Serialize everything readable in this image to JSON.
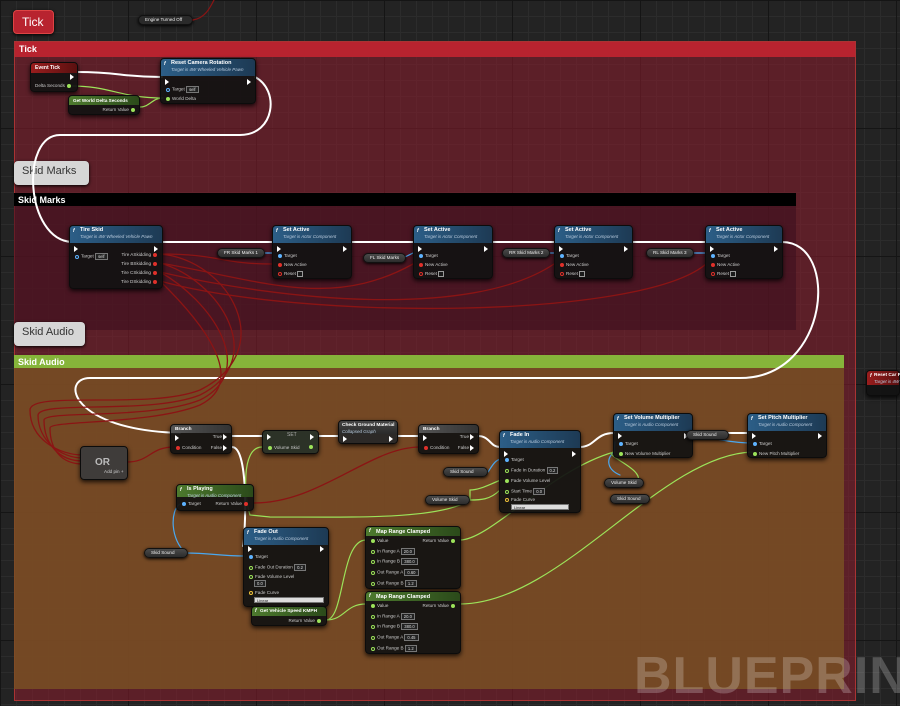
{
  "tick_button": "Tick",
  "engine_node": "Engine Turned Off",
  "comments": {
    "tick": "Tick",
    "skid_marks_bubble": "Skid Marks",
    "skid_marks": "Skid Marks",
    "skid_audio_bubble": "Skid Audio",
    "skid_audio": "Skid Audio"
  },
  "colors": {
    "tick": "#7a1c28",
    "skid_marks": "#3a1220",
    "skid_audio": "#6e4a24",
    "audio_bar": "#8ab83a",
    "exec_wire": "#ffffff",
    "bool_wire": "#8b1414",
    "float_wire": "#9ce35a",
    "object_wire": "#4aa8f0"
  },
  "nodes": {
    "event_tick": {
      "title": "Event Tick",
      "pin_out": "Delta Seconds"
    },
    "get_world_delta": {
      "title": "Get World Delta Seconds",
      "pin_out": "Return Value"
    },
    "reset_camera": {
      "title": "Reset Camera Rotation",
      "subtitle": "Target is 4W Wheeled Vehicle Pawn",
      "pin_target": "Target",
      "target_val": "self",
      "pin_world_delta": "World Delta"
    },
    "tire_skid": {
      "title": "Tire Skid",
      "subtitle": "Target is 4W Wheeled Vehicle Pawn",
      "pin_target": "Target",
      "target_val": "self",
      "outs": [
        "Tire ASkidding",
        "Tire BSkidding",
        "Tire CSkidding",
        "Tire DSkidding"
      ]
    },
    "set_active": [
      {
        "title": "Set Active",
        "subtitle": "Target is Actor Component",
        "target": "Target",
        "new_active": "New Active",
        "reset": "Reset",
        "var": "FR Skid Marks 1"
      },
      {
        "title": "Set Active",
        "subtitle": "Target is Actor Component",
        "target": "Target",
        "new_active": "New Active",
        "reset": "Reset",
        "var": "FL Skid Marks"
      },
      {
        "title": "Set Active",
        "subtitle": "Target is Actor Component",
        "target": "Target",
        "new_active": "New Active",
        "reset": "Reset",
        "var": "RR Skid Marks 2"
      },
      {
        "title": "Set Active",
        "subtitle": "Target is Actor Component",
        "target": "Target",
        "new_active": "New Active",
        "reset": "Reset",
        "var": "RL Skid Marks 3"
      }
    ],
    "or": {
      "title": "OR",
      "add_pin": "Add pin"
    },
    "branch1": {
      "title": "Branch",
      "true": "True",
      "false": "False",
      "condition": "Condition"
    },
    "set_var": {
      "title": "SET",
      "pin": "Volume Skid"
    },
    "check_ground": {
      "title": "Check Ground Material",
      "subtitle": "Collapsed Graph"
    },
    "branch2": {
      "title": "Branch",
      "true": "True",
      "false": "False",
      "condition": "Condition"
    },
    "fade_in": {
      "title": "Fade In",
      "subtitle": "Target is Audio Component",
      "target": "Target",
      "fade_in_duration": "Fade In Duration",
      "fade_in_val": "0.2",
      "fade_volume": "Fade Volume Level",
      "start_time": "Start Time",
      "start_val": "0.0",
      "fade_curve": "Fade Curve",
      "curve_val": "Linear"
    },
    "is_playing": {
      "title": "Is Playing",
      "subtitle": "Target is Audio Component",
      "target": "Target",
      "ret": "Return Value"
    },
    "fade_out": {
      "title": "Fade Out",
      "subtitle": "Target is Audio Component",
      "target": "Target",
      "fade_out_duration": "Fade Out Duration",
      "fade_out_val": "0.2",
      "fade_volume": "Fade Volume Level",
      "fade_volume_val": "0.0",
      "fade_curve": "Fade Curve",
      "curve_val": "Linear"
    },
    "map_range_1": {
      "title": "Map Range Clamped",
      "value": "Value",
      "ret": "Return Value",
      "in_a": "In Range A",
      "in_a_val": "20.0",
      "in_b": "In Range B",
      "in_b_val": "380.0",
      "out_a": "Out Range A",
      "out_a_val": "0.60",
      "out_b": "Out Range B",
      "out_b_val": "1.2"
    },
    "map_range_2": {
      "title": "Map Range Clamped",
      "value": "Value",
      "ret": "Return Value",
      "in_a": "In Range A",
      "in_a_val": "20.0",
      "in_b": "In Range B",
      "in_b_val": "380.0",
      "out_a": "Out Range A",
      "out_a_val": "0.45",
      "out_b": "Out Range B",
      "out_b_val": "1.2"
    },
    "get_speed": {
      "title": "Get Vehicle Speed KMPH",
      "ret": "Return Value"
    },
    "set_volume": {
      "title": "Set Volume Multiplier",
      "subtitle": "Target is Audio Component",
      "target": "Target",
      "pin": "New Volume Multiplier"
    },
    "set_pitch": {
      "title": "Set Pitch Multiplier",
      "subtitle": "Target is Audio Component",
      "target": "Target",
      "pin": "New Pitch Multiplier"
    },
    "reset_car": {
      "title": "Reset Car P",
      "subtitle": "Target is 4W"
    }
  },
  "vars": {
    "skid_sound_1": "Skid Sound",
    "volume_skid_1": "Volume Skid",
    "skid_sound_2": "Skid Sound",
    "skid_sound_3": "Skid Sound",
    "volume_skid_2": "Volume Skid",
    "skid_sound_4": "Skid Sound"
  },
  "watermark": "BLUEPRINT"
}
